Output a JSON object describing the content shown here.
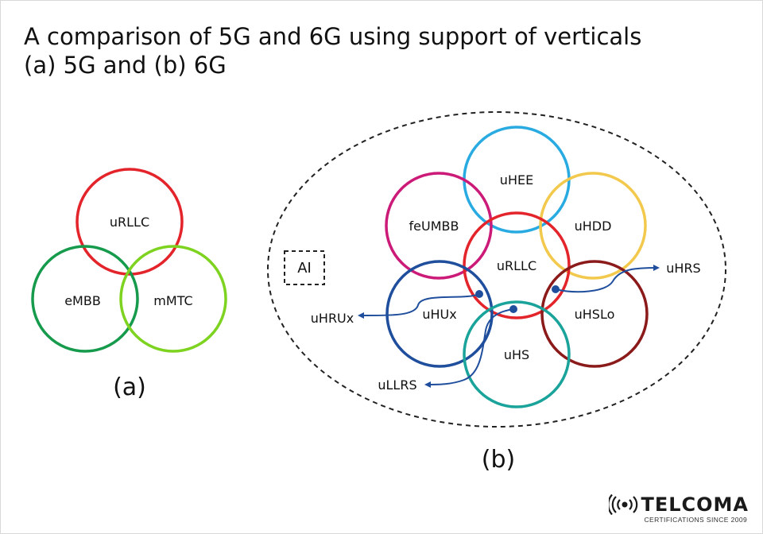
{
  "title_line1": "A comparison of 5G and 6G using support of verticals",
  "title_line2": "(a) 5G and (b) 6G",
  "panel_a": {
    "caption": "(a)",
    "circles": [
      {
        "label": "uRLLC",
        "color": "#e3242b"
      },
      {
        "label": "eMBB",
        "color": "#169a4c"
      },
      {
        "label": "mMTC",
        "color": "#7ed321"
      }
    ]
  },
  "panel_b": {
    "caption": "(b)",
    "ai_label": "AI",
    "circles": [
      {
        "label": "uHEE",
        "color": "#29abe2"
      },
      {
        "label": "feUMBB",
        "color": "#cc1a78"
      },
      {
        "label": "uHDD",
        "color": "#f2c94c"
      },
      {
        "label": "uRLLC",
        "color": "#e3242b"
      },
      {
        "label": "uHUx",
        "color": "#1f4e9c"
      },
      {
        "label": "uHSLo",
        "color": "#8b1a1a"
      },
      {
        "label": "uHS",
        "color": "#1aa39a"
      }
    ],
    "intersections": [
      {
        "label": "uHRUx",
        "color": "#1f4e9c"
      },
      {
        "label": "uLLRS",
        "color": "#1f4e9c"
      },
      {
        "label": "uHRS",
        "color": "#1f4e9c"
      }
    ]
  },
  "logo": {
    "name": "TELCOMA",
    "tagline": "CERTIFICATIONS SINCE 2009",
    "icon": "broadcast-signal-icon"
  }
}
